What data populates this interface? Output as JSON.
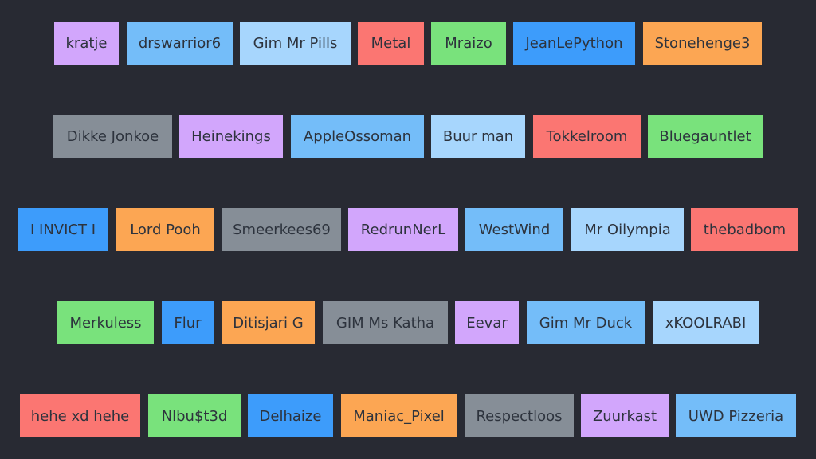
{
  "rows": [
    [
      "kratje",
      "drswarrior6",
      "Gim Mr Pills",
      "Metal",
      "Mraizo",
      "JeanLePython",
      "Stonehenge3"
    ],
    [
      "Dikke Jonkoe",
      "Heinekings",
      "AppleOssoman",
      "Buur man",
      "Tokkelroom",
      "Bluegauntlet"
    ],
    [
      "I INVICT I",
      "Lord Pooh",
      "Smeerkees69",
      "RedrunNerL",
      "WestWind",
      "Mr Oilympia",
      "thebadbom"
    ],
    [
      "Merkuless",
      "Flur",
      "Ditisjari G",
      "GIM Ms Katha",
      "Eevar",
      "Gim Mr Duck",
      "xKOOLRABI"
    ],
    [
      "hehe xd hehe",
      "Nlbu$t3d",
      "Delhaize",
      "Maniac_Pixel",
      "Respectloos",
      "Zuurkast",
      "UWD Pizzeria"
    ]
  ],
  "colors": {
    "background": "#282a33",
    "purple": "#d2a6fc",
    "sky": "#74bdf9",
    "light": "#a7d6fd",
    "red": "#fb7672",
    "green": "#79e27c",
    "blue": "#3d9cfb",
    "orange": "#fca653",
    "gray": "#868e97",
    "text": "#2d333d"
  }
}
